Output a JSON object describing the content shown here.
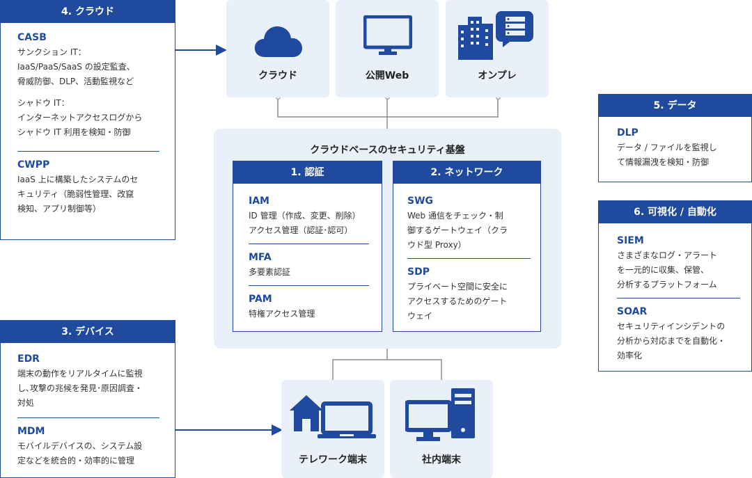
{
  "cloud_card": {
    "title": "4. クラウド",
    "casb_title": "CASB",
    "casb_desc1": "サンクション IT：\nIaaS/PaaS/SaaS の設定監査、\n脅威防御、DLP、活動監視など",
    "casb_desc2": "シャドウ IT：\nインターネットアクセスログから\nシャドウ IT 利用を検知・防御",
    "cwpp_title": "CWPP",
    "cwpp_desc": "IaaS 上に構築したシステムのセ\nキュリティ（脆弱性管理、改竄\n検知、アプリ制御等）"
  },
  "device_card": {
    "title": "3. デバイス",
    "edr_title": "EDR",
    "edr_desc": "端末の動作をリアルタイムに監視\nし､攻撃の兆候を発見･原因調査・\n対処",
    "mdm_title": "MDM",
    "mdm_desc": "モバイルデバイスの、システム設\n定などを統合的・効率的に管理"
  },
  "data_card": {
    "title": "5. データ",
    "dlp_title": "DLP",
    "dlp_desc": "データ / ファイルを監視し\nて情報漏洩を検知・防御"
  },
  "viz_card": {
    "title": "6. 可視化 / 自動化",
    "siem_title": "SIEM",
    "siem_desc": "さまざまなログ・アラート\nを一元的に収集、保管、\n分析するプラットフォーム",
    "soar_title": "SOAR",
    "soar_desc": "セキュリティインシデントの\n分析から対応までを自動化・\n効率化"
  },
  "top_tiles": {
    "cloud": "クラウド",
    "web": "公開Web",
    "onprem": "オンプレ"
  },
  "platform": {
    "title": "クラウドベースのセキュリティ基盤",
    "auth_title": "1. 認証",
    "iam_title": "IAM",
    "iam_desc": "ID 管理（作成、変更、削除）\nアクセス管理（認証･認可）",
    "mfa_title": "MFA",
    "mfa_desc": "多要素認証",
    "pam_title": "PAM",
    "pam_desc": "特権アクセス管理",
    "net_title": "2. ネットワーク",
    "swg_title": "SWG",
    "swg_desc": "Web 通信をチェック・制\n御するゲートウェイ（クラ\nウド型 Proxy）",
    "sdp_title": "SDP",
    "sdp_desc": "プライベート空間に安全に\nアクセスするためのゲート\nウェイ"
  },
  "bottom_tiles": {
    "telework": "テレワーク端末",
    "office": "社内端末"
  },
  "colors": {
    "primary": "#1f4a9e",
    "tile_bg": "#e9f0f9",
    "line": "#8a8a8a"
  }
}
